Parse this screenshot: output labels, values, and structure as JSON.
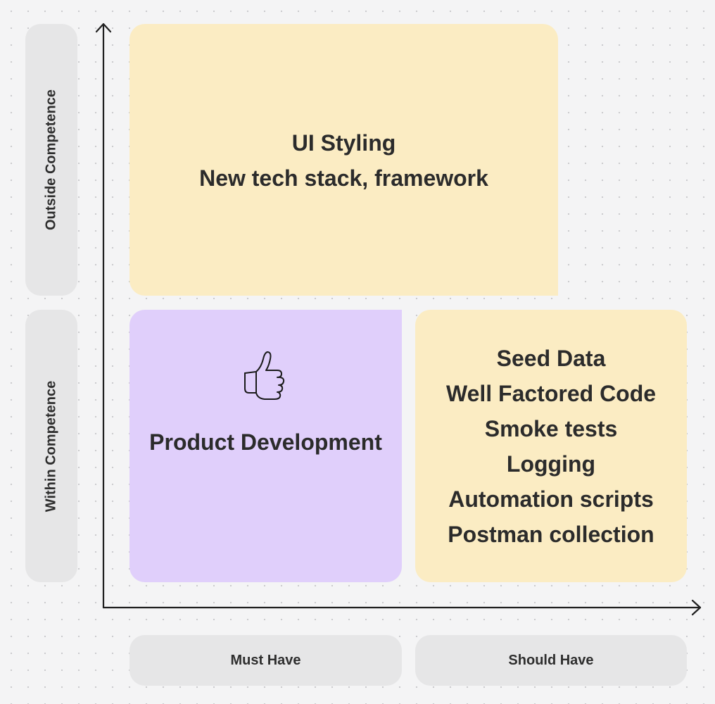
{
  "y_axis": {
    "top_label": "Outside Competence",
    "bottom_label": "Within Competence"
  },
  "x_axis": {
    "left_label": "Must Have",
    "right_label": "Should Have"
  },
  "quadrants": {
    "outside_must": {
      "lines": [
        "UI Styling",
        "New tech stack, framework"
      ],
      "color": "#fbecc3"
    },
    "within_must": {
      "label": "Product Development",
      "icon": "thumbs-up-icon",
      "color": "#e0cffb"
    },
    "within_should": {
      "lines": [
        "Seed Data",
        "Well Factored Code",
        "Smoke tests",
        "Logging",
        "Automation scripts",
        "Postman collection"
      ],
      "color": "#fbecc3"
    }
  }
}
